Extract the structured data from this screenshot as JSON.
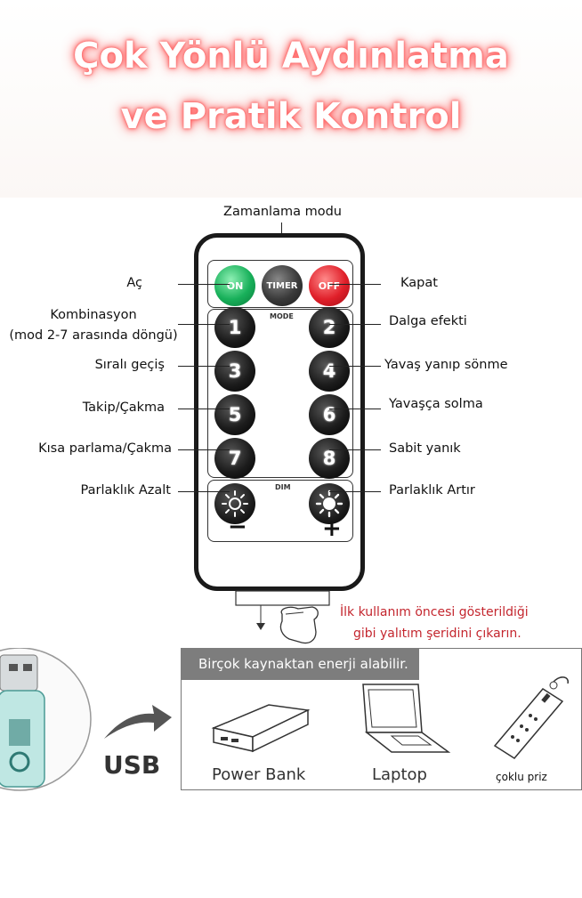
{
  "header": {
    "title_line1": "Çok Yönlü Aydınlatma",
    "title_line2": "ve Pratik Kontrol"
  },
  "remote": {
    "top_label": "Zamanlama modu",
    "buttons": {
      "on": "ON",
      "timer": "TIMER",
      "off": "OFF",
      "mode_tag": "MODE",
      "dim_tag": "DIM",
      "num1": "1",
      "num2": "2",
      "num3": "3",
      "num4": "4",
      "num5": "5",
      "num6": "6",
      "num7": "7",
      "num8": "8",
      "minus": "−",
      "plus": "+"
    },
    "left_labels": {
      "on": "Aç",
      "l1_line1": "Kombinasyon",
      "l1_line2": "(mod 2-7 arasında döngü)",
      "l3": "Sıralı geçiş",
      "l5": "Takip/Çakma",
      "l7": "Kısa parlama/Çakma",
      "dim_down": "Parlaklık Azalt"
    },
    "right_labels": {
      "off": "Kapat",
      "l2": "Dalga efekti",
      "l4": "Yavaş yanıp sönme",
      "l6": "Yavaşça solma",
      "l8": "Sabit yanık",
      "dim_up": "Parlaklık Artır"
    }
  },
  "note": {
    "line1": "İlk kullanım öncesi gösterildiği",
    "line2": "gibi yalıtım şeridini çıkarın."
  },
  "power": {
    "usb_label": "USB",
    "banner": "Birçok kaynaktan enerji alabilir.",
    "sources": [
      "Power Bank",
      "Laptop",
      "çoklu priz"
    ]
  },
  "colors": {
    "title_glow": "#ff5c5c",
    "on_button": "#18b05a",
    "off_button": "#e0202a",
    "note_red": "#c4262e",
    "banner_gray": "#7d7d7d"
  }
}
